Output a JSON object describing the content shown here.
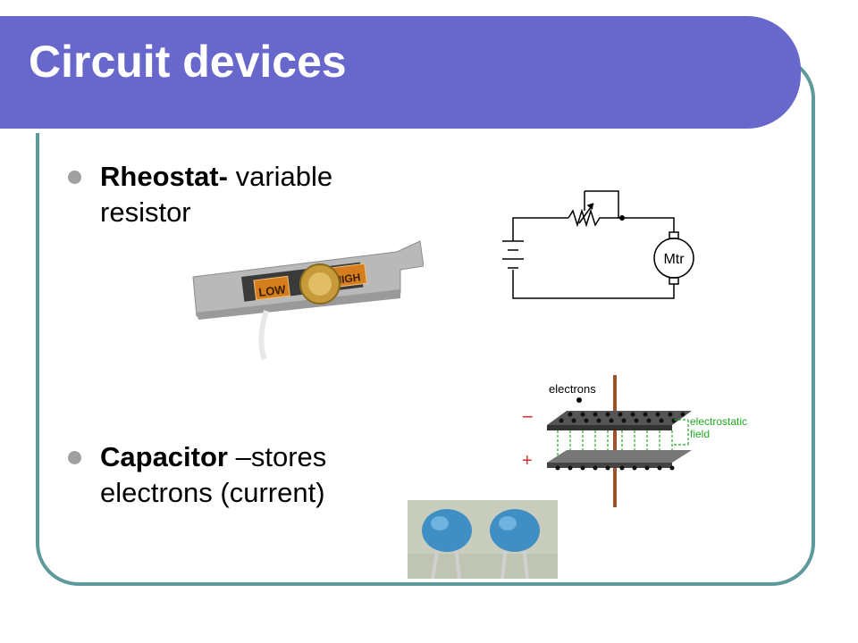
{
  "title": "Circuit devices",
  "bullets": [
    {
      "term": "Rheostat-",
      "desc": "variable resistor"
    },
    {
      "term": "Capacitor",
      "desc": "–stores electrons (current)"
    }
  ],
  "rheostat_photo": {
    "low_label": "LOW",
    "high_label": "HIGH"
  },
  "circuit": {
    "motor_label": "Mtr"
  },
  "capacitor_diagram": {
    "electrons_label": "electrons",
    "field_label": "electrostatic field",
    "minus": "−",
    "plus": "+"
  },
  "colors": {
    "title_bar": "#6767cc",
    "frame": "#5f9a9a",
    "bullet": "#a0a0a0",
    "field": "#22aa22"
  }
}
